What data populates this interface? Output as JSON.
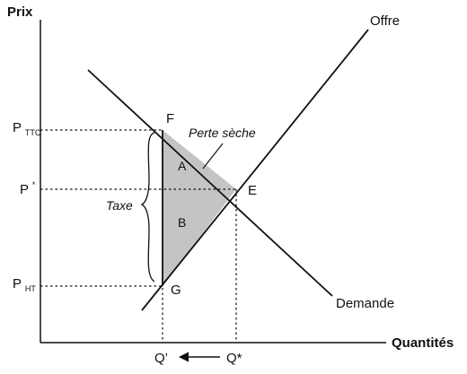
{
  "axes": {
    "y_label": "Prix",
    "x_label": "Quantités"
  },
  "curves": {
    "supply_label": "Offre",
    "demand_label": "Demande"
  },
  "points": {
    "F": "F",
    "E": "E",
    "G": "G"
  },
  "price_ticks": {
    "ttc_main": "P",
    "ttc_sub": "TTC",
    "eq_main": "P",
    "eq_sup": "*",
    "ht_main": "P",
    "ht_sub": "HT"
  },
  "quantity_ticks": {
    "q_prime": "Q’",
    "q_star": "Q*"
  },
  "annotations": {
    "deadweight_loss": "Perte sèche",
    "tax": "Taxe",
    "region_a": "A",
    "region_b": "B"
  },
  "colors": {
    "line": "#111111",
    "shaded_region": "#c4c4c4"
  }
}
